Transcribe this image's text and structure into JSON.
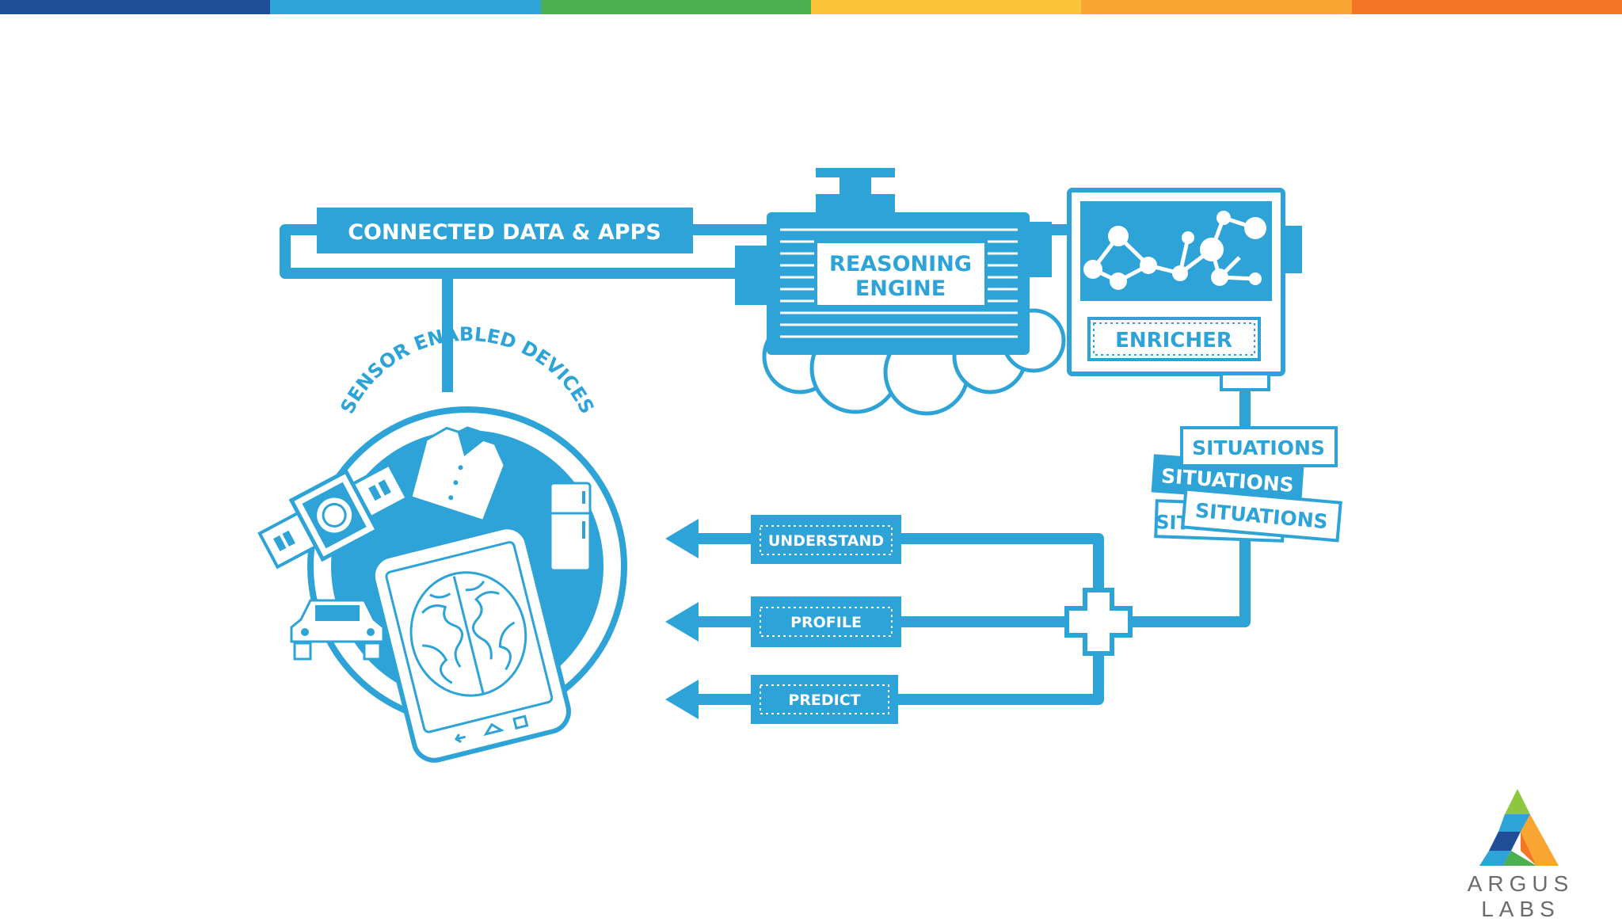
{
  "colors": {
    "brand_blue": "#2EA3D8",
    "top_bar": [
      "#1F4E96",
      "#2EA3D8",
      "#4CAF50",
      "#FBC53A",
      "#F8A531",
      "#F47523"
    ]
  },
  "diagram": {
    "connected": "CONNECTED DATA & APPS",
    "engine_line1": "REASONING",
    "engine_line2": "ENGINE",
    "enricher": "ENRICHER",
    "situations": [
      "SITUATIONS",
      "SITUATIONS",
      "SITUATIONS"
    ],
    "sensor_label": "SENSOR ENABLED DEVICES",
    "outputs": [
      "UNDERSTAND",
      "PROFILE",
      "PREDICT"
    ]
  },
  "logo": {
    "name": "ARGUS LABS"
  }
}
